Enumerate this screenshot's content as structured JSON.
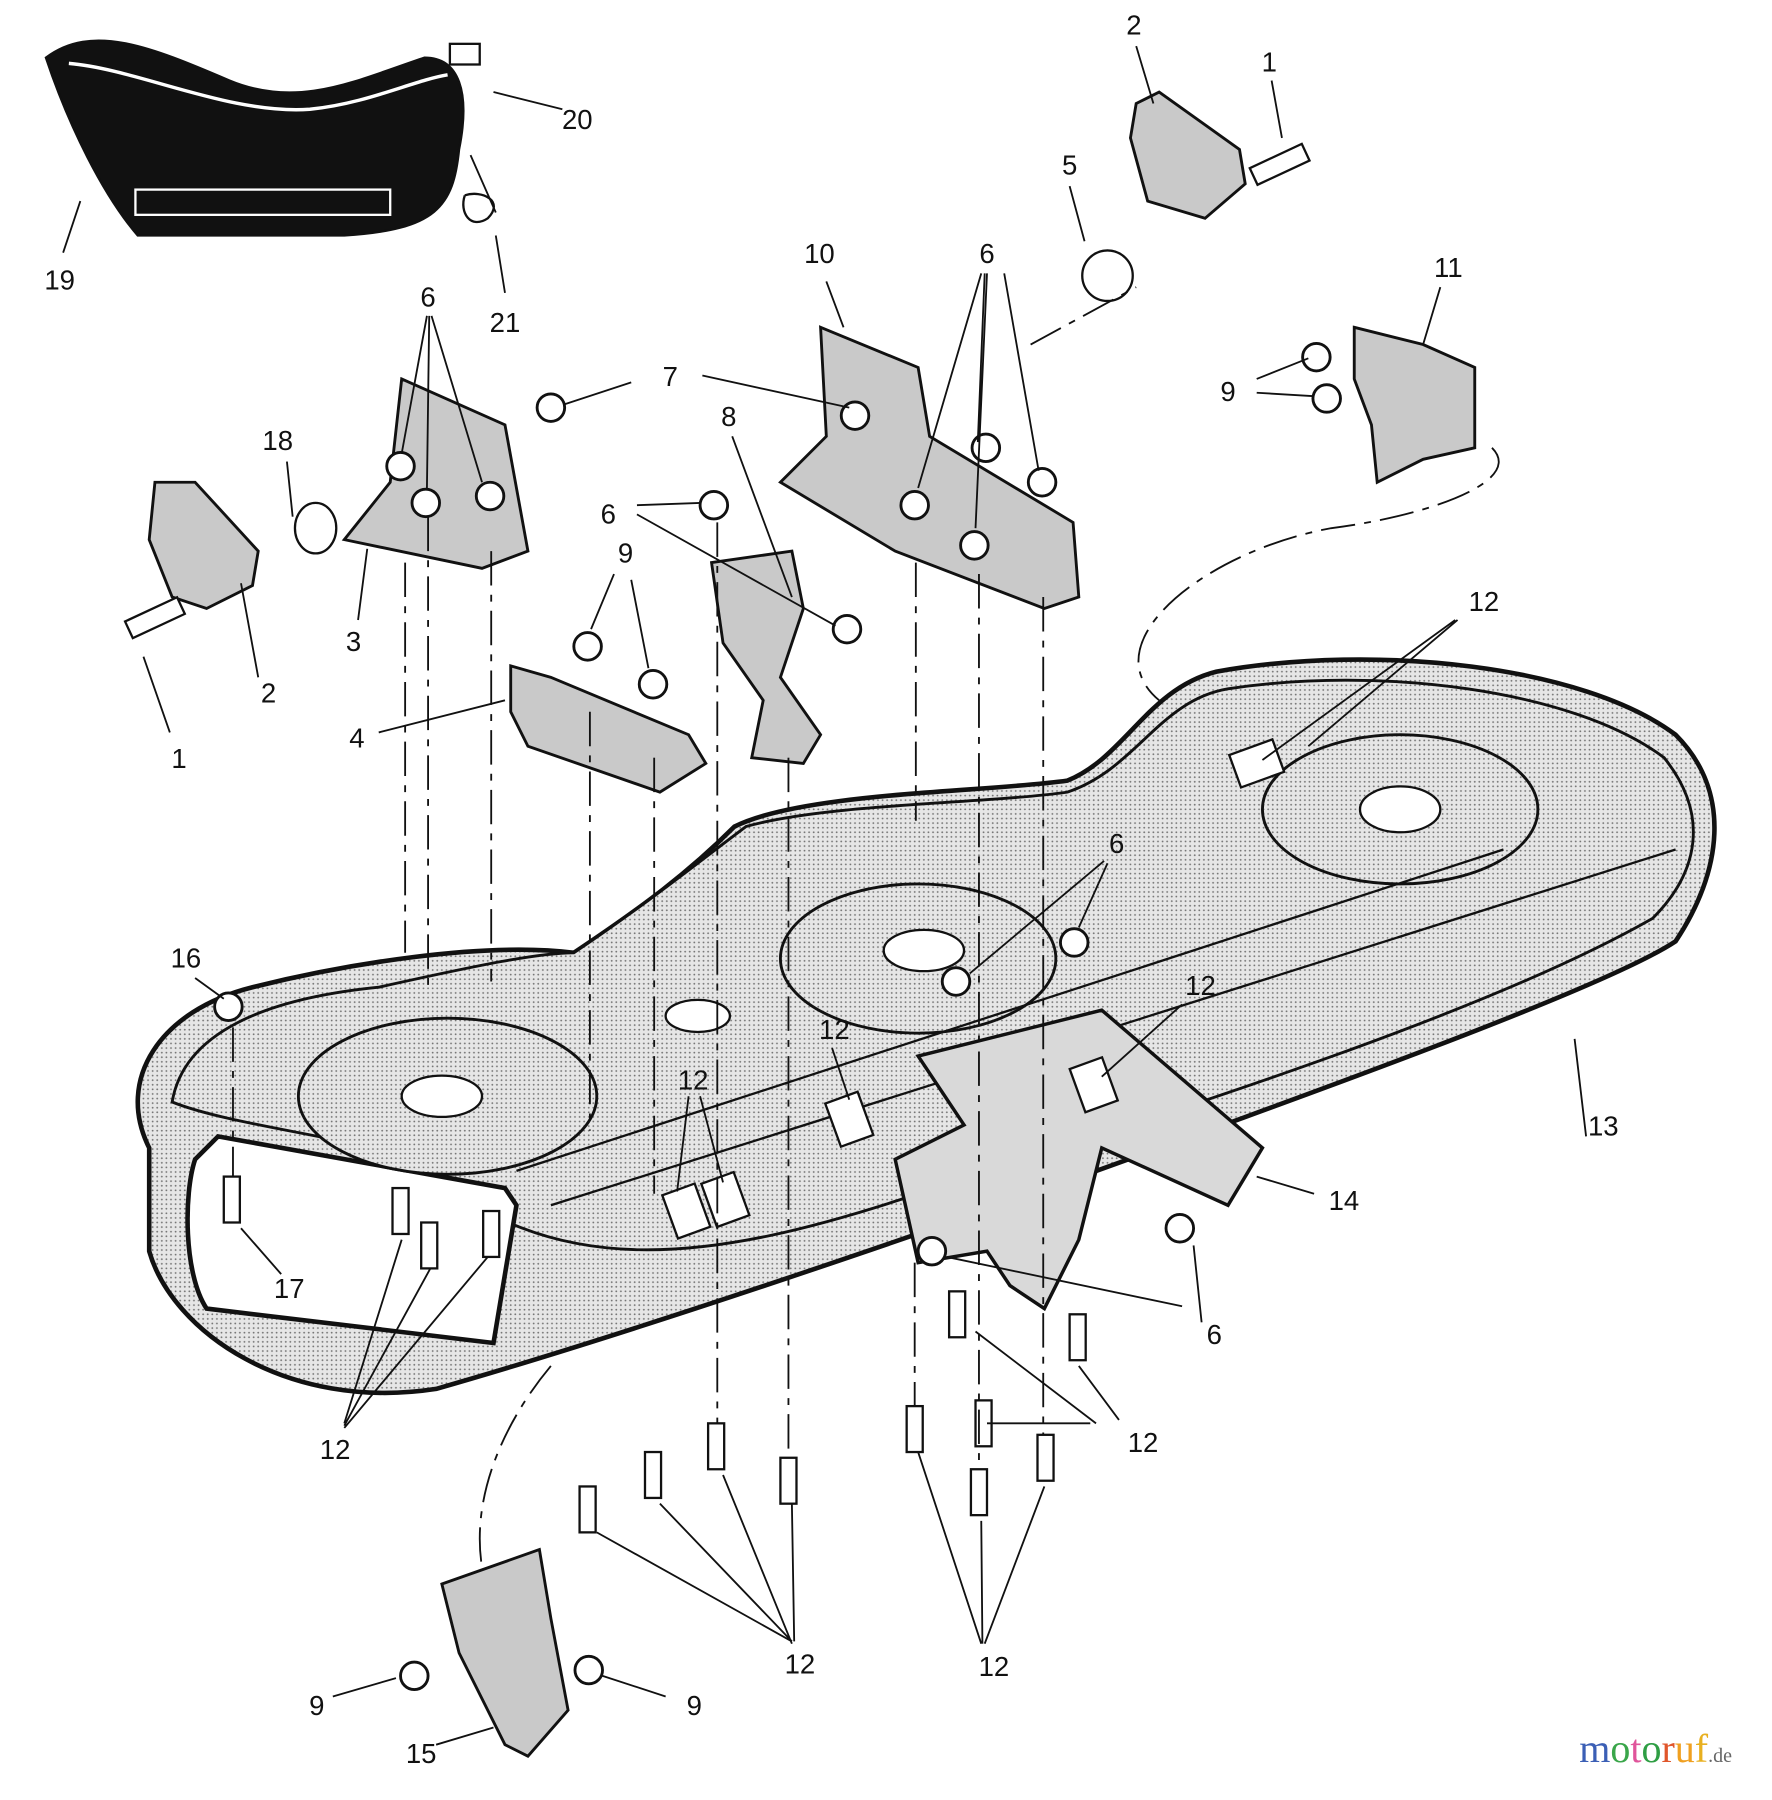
{
  "diagram": {
    "title": "",
    "callouts": [
      "19",
      "20",
      "21",
      "2",
      "1",
      "5",
      "10",
      "6",
      "11",
      "9",
      "7",
      "6",
      "18",
      "8",
      "6",
      "9",
      "3",
      "2",
      "1",
      "4",
      "12",
      "6",
      "16",
      "12",
      "12",
      "12",
      "13",
      "14",
      "17",
      "6",
      "12",
      "12",
      "12",
      "12",
      "9",
      "9",
      "15"
    ]
  },
  "watermark": {
    "text": "motoruf",
    "suffix": ".de"
  }
}
